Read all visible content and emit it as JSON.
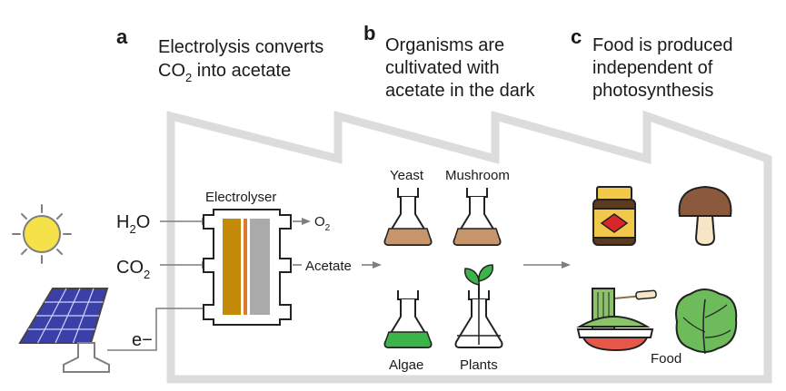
{
  "panels": [
    {
      "letter": "a",
      "line1": "Electrolysis converts",
      "line2_prefix": "CO",
      "line2_sub": "2",
      "line2_suffix": " into acetate"
    },
    {
      "letter": "b",
      "line1": "Organisms are",
      "line2": "cultivated with",
      "line3": "acetate in the dark"
    },
    {
      "letter": "c",
      "line1": "Food is produced",
      "line2": "independent of",
      "line3": "photosynthesis"
    }
  ],
  "inputs": {
    "h2o": {
      "a": "H",
      "sub": "2",
      "b": "O"
    },
    "co2": {
      "a": "CO",
      "sub": "2"
    },
    "electron": "e−"
  },
  "electrolyser": {
    "label": "Electrolyser",
    "o2": {
      "a": "O",
      "sub": "2"
    },
    "acetate": "Acetate"
  },
  "organisms": {
    "yeast": "Yeast",
    "mushroom": "Mushroom",
    "algae": "Algae",
    "plants": "Plants"
  },
  "food_label": "Food",
  "colors": {
    "factory_outline": "#d9d9d9",
    "arrow": "#7f7f7f",
    "sun": "#f5e14a",
    "panel_blue": "#3b3fa8",
    "electrode_gold": "#c48b0a",
    "membrane_orange": "#e07a2a",
    "electrode_grey": "#aaaaaa",
    "culture_brown": "#c8956b",
    "algae_green": "#3bb54a",
    "leaf_green": "#3bb54a",
    "jar_yellow": "#f2c84b",
    "jar_red": "#d9262b",
    "mushroom_brown": "#8b5a3c",
    "plate_red": "#e8584a",
    "noodle_green": "#8cc36a",
    "lettuce_green": "#6dbb5a"
  }
}
